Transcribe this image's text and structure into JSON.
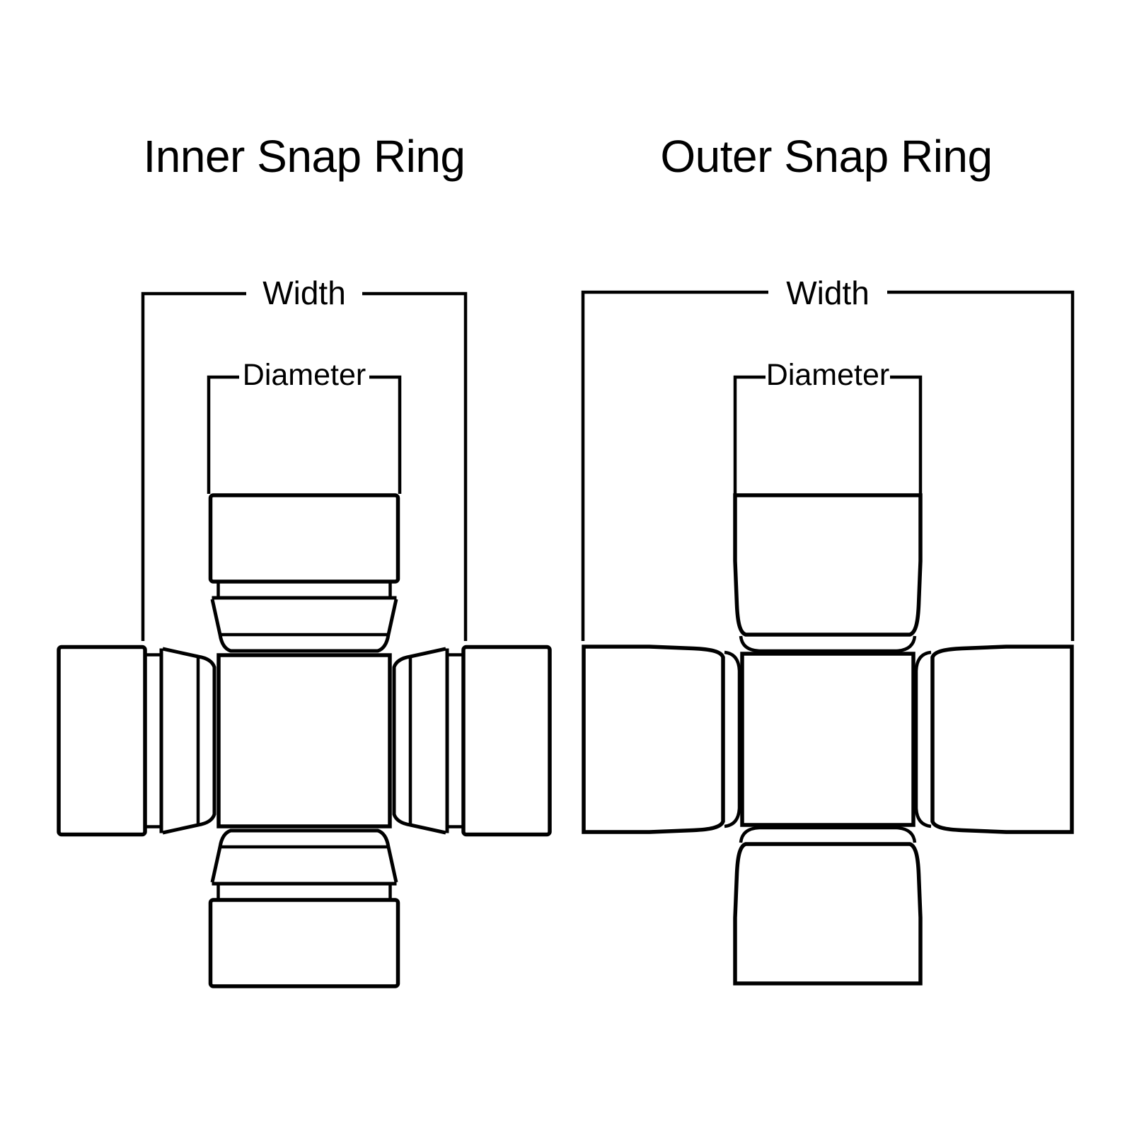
{
  "page": {
    "background": "#ffffff",
    "line_color": "#000000"
  },
  "diagrams": [
    {
      "id": "inner-snap-ring",
      "title": "Inner Snap Ring",
      "width_label": "Width",
      "diameter_label": "Diameter"
    },
    {
      "id": "outer-snap-ring",
      "title": "Outer Snap Ring",
      "width_label": "Width",
      "diameter_label": "Diameter"
    }
  ]
}
